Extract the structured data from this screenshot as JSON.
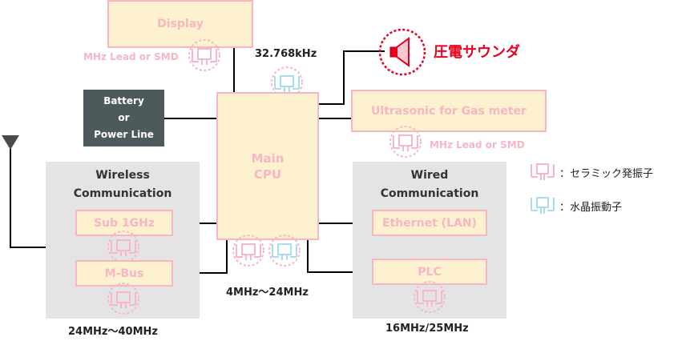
{
  "colors": {
    "ceramic": "#f6b8c8",
    "crystal": "#a8ddf0",
    "buzzer": "#e8001d",
    "block_fill": "#fdf1cf",
    "block_text": "#f7b6c4",
    "group_fill": "#e4e4e4",
    "dark_box": "#4d5a5b"
  },
  "blocks": {
    "display": "Display",
    "main_cpu_line1": "Main",
    "main_cpu_line2": "CPU",
    "ultrasonic": "Ultrasonic for Gas meter",
    "sub1ghz": "Sub 1GHz",
    "mbus": "M-Bus",
    "ethernet": "Ethernet (LAN)",
    "plc": "PLC"
  },
  "power": {
    "line1": "Battery",
    "line2": "or",
    "line3": "Power Line"
  },
  "groups": {
    "wireless_line1": "Wireless",
    "wireless_line2": "Communication",
    "wired_line1": "Wired",
    "wired_line2": "Communication"
  },
  "labels": {
    "display_note": "MHz Lead or SMD",
    "ultrasonic_note": "MHz Lead or SMD",
    "freq_32k": "32.768kHz",
    "freq_cpu": "4MHz～24MHz",
    "freq_wireless": "24MHz～40MHz",
    "freq_wired": "16MHz/25MHz",
    "buzzer": "圧電サウンダ"
  },
  "legend": {
    "ceramic": "：セラミック発振子",
    "crystal": "：水晶振動子"
  },
  "icons": {
    "ceramic": "ceramic-resonator-icon",
    "crystal": "crystal-oscillator-icon",
    "buzzer": "piezo-sounder-icon",
    "antenna": "antenna-icon"
  }
}
